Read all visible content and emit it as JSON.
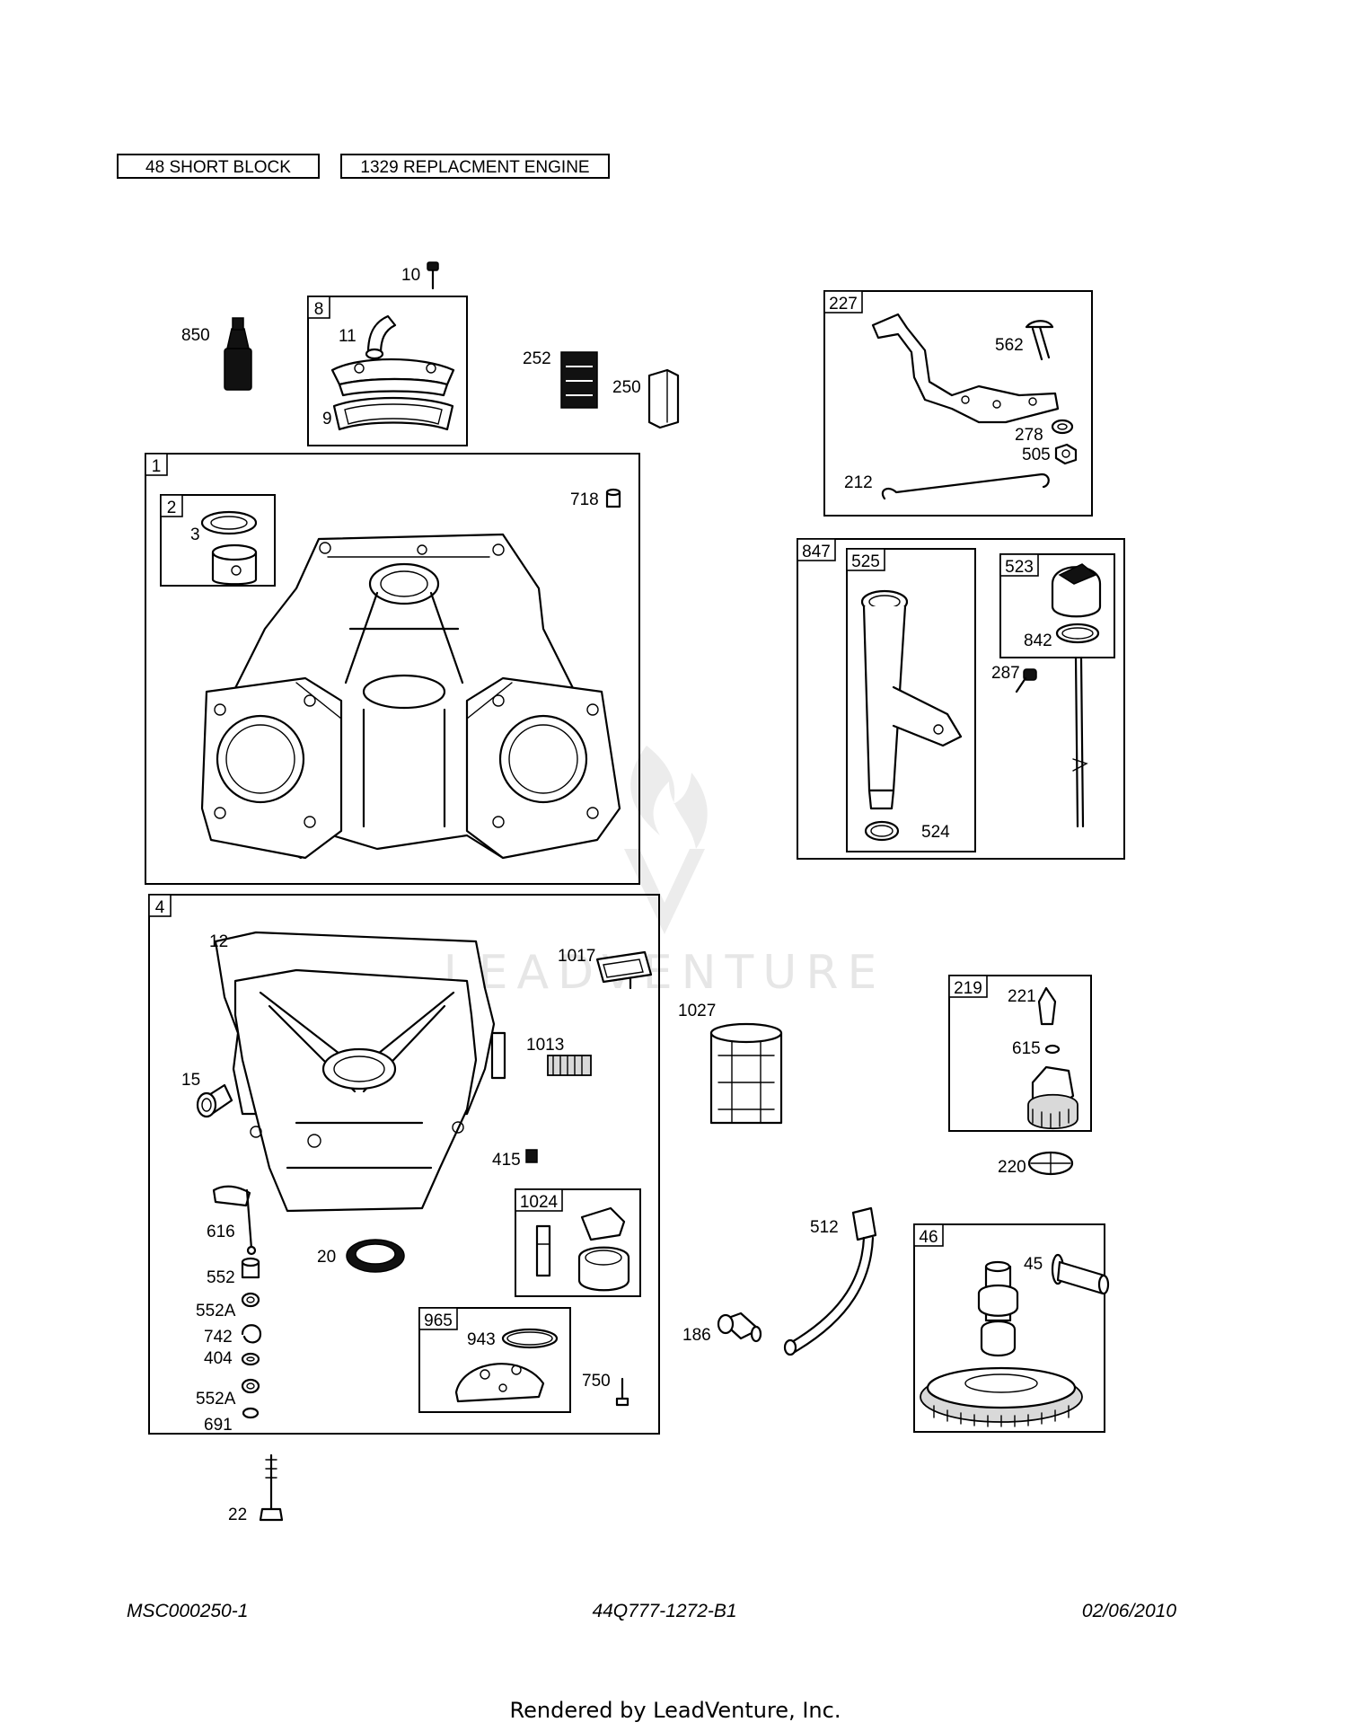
{
  "header": {
    "tag_short_block": "48 SHORT BLOCK",
    "tag_replacement_engine": "1329 REPLACMENT ENGINE"
  },
  "footer": {
    "left_code": "MSC000250-1",
    "center_code": "44Q777-1272-B1",
    "date": "02/06/2010",
    "rendered_by": "Rendered by LeadVenture, Inc."
  },
  "watermark": {
    "text": "LEADVENTURE"
  },
  "groups": [
    {
      "id": "1"
    },
    {
      "id": "2"
    },
    {
      "id": "4"
    },
    {
      "id": "8"
    },
    {
      "id": "46"
    },
    {
      "id": "219"
    },
    {
      "id": "227"
    },
    {
      "id": "523"
    },
    {
      "id": "525"
    },
    {
      "id": "847"
    },
    {
      "id": "965"
    },
    {
      "id": "1024"
    }
  ],
  "callouts": [
    {
      "id": "3"
    },
    {
      "id": "9"
    },
    {
      "id": "10"
    },
    {
      "id": "11"
    },
    {
      "id": "12"
    },
    {
      "id": "15"
    },
    {
      "id": "20"
    },
    {
      "id": "22"
    },
    {
      "id": "45"
    },
    {
      "id": "186"
    },
    {
      "id": "212"
    },
    {
      "id": "220"
    },
    {
      "id": "221"
    },
    {
      "id": "250"
    },
    {
      "id": "252"
    },
    {
      "id": "278"
    },
    {
      "id": "287"
    },
    {
      "id": "404"
    },
    {
      "id": "415"
    },
    {
      "id": "505"
    },
    {
      "id": "512"
    },
    {
      "id": "524"
    },
    {
      "id": "552"
    },
    {
      "id": "552A"
    },
    {
      "id": "552A"
    },
    {
      "id": "562"
    },
    {
      "id": "615"
    },
    {
      "id": "616"
    },
    {
      "id": "691"
    },
    {
      "id": "718"
    },
    {
      "id": "742"
    },
    {
      "id": "750"
    },
    {
      "id": "842"
    },
    {
      "id": "850"
    },
    {
      "id": "943"
    },
    {
      "id": "1013"
    },
    {
      "id": "1017"
    },
    {
      "id": "1027"
    }
  ]
}
